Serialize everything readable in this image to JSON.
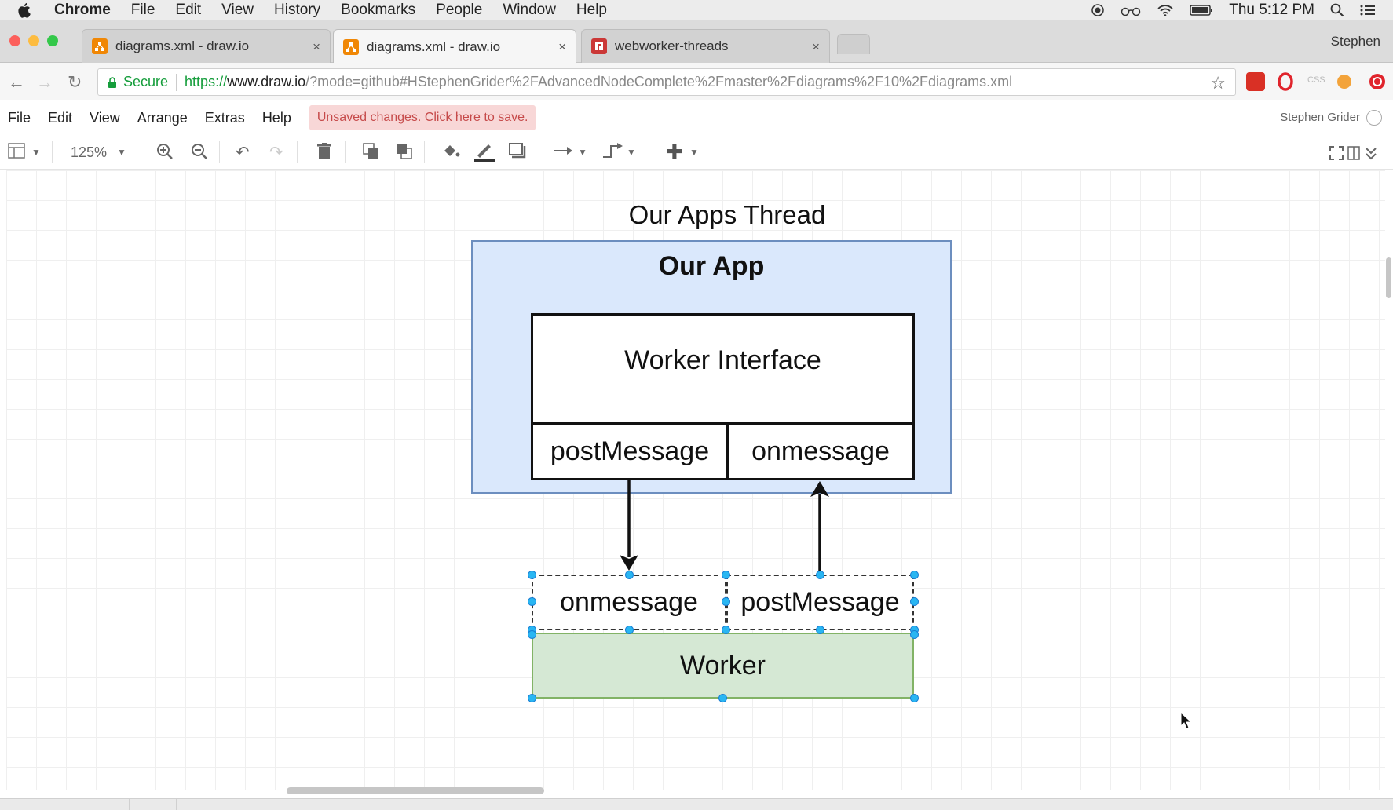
{
  "os_menubar": {
    "app_name": "Chrome",
    "menus": [
      "File",
      "Edit",
      "View",
      "History",
      "Bookmarks",
      "People",
      "Window",
      "Help"
    ],
    "clock": "Thu 5:12 PM"
  },
  "browser": {
    "tabs": [
      {
        "title": "diagrams.xml - draw.io",
        "icon": "drawio-icon",
        "close": "×"
      },
      {
        "title": "diagrams.xml - draw.io",
        "icon": "drawio-icon",
        "close": "×"
      },
      {
        "title": "webworker-threads",
        "icon": "npm-icon",
        "close": "×"
      }
    ],
    "profile_name": "Stephen",
    "secure_label": "Secure",
    "url_scheme": "https://",
    "url_host": "www.draw.io",
    "url_path": "/?mode=github#HStephenGrider%2FAdvancedNodeComplete%2Fmaster%2Fdiagrams%2F10%2Fdiagrams.xml"
  },
  "drawio": {
    "menus": [
      "File",
      "Edit",
      "View",
      "Arrange",
      "Extras",
      "Help"
    ],
    "unsaved_notice": "Unsaved changes. Click here to save.",
    "user_name": "Stephen Grider",
    "zoom": "125%"
  },
  "diagram": {
    "title": "Our Apps Thread",
    "container_label": "Our App",
    "interface_label": "Worker Interface",
    "app_cells": [
      "postMessage",
      "onmessage"
    ],
    "worker_cells": [
      "onmessage",
      "postMessage"
    ],
    "worker_label": "Worker"
  },
  "colors": {
    "container_fill": "#dae8fc",
    "container_stroke": "#6c8ebf",
    "worker_fill": "#d5e8d4",
    "worker_stroke": "#82b366",
    "selection_handle": "#29b6f2",
    "unsaved_bg": "#f8d7d7",
    "secure_green": "#159d3b"
  }
}
